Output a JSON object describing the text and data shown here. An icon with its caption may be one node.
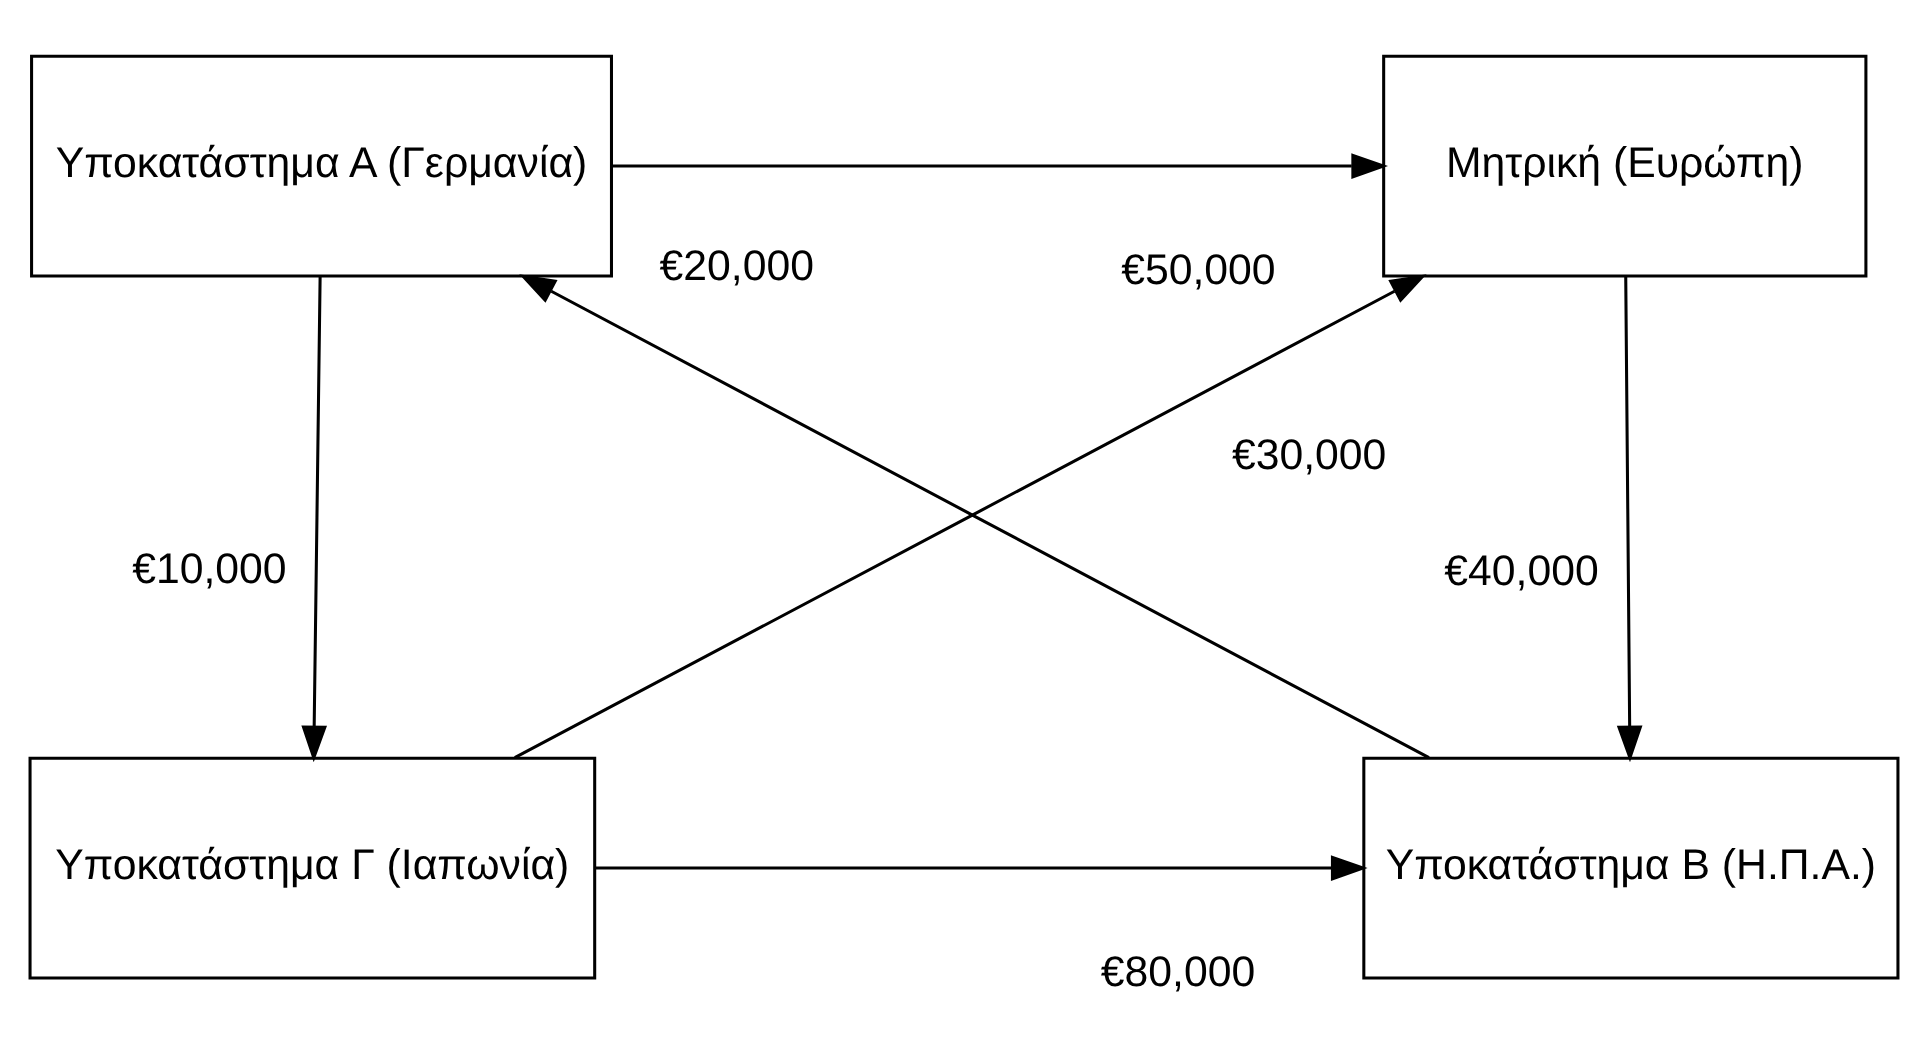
{
  "diagram": {
    "nodes": [
      {
        "text": [
          "Υποκατάστημα Α (Γερμανία)"
        ]
      },
      {
        "text": [
          "Μητρική (Ευρώπη)"
        ]
      },
      {
        "text": [
          "Υποκατάστημα Γ (Ιαπωνία)"
        ]
      },
      {
        "text": [
          "Υποκατάστημα Β (Η.Π.Α.)"
        ]
      }
    ],
    "edges": [
      {
        "from": 0,
        "to": 1,
        "arrow": "to",
        "label": "€50,000"
      },
      {
        "from": 3,
        "to": 0,
        "arrow": "to",
        "label": "€20,000"
      },
      {
        "from": 2,
        "to": 1,
        "arrow": "to",
        "label": "€30,000"
      },
      {
        "from": 0,
        "to": 2,
        "arrow": "to",
        "label": "€10,000"
      },
      {
        "from": 1,
        "to": 3,
        "arrow": "to",
        "label": "€40,000"
      },
      {
        "from": 2,
        "to": 3,
        "arrow": "to",
        "label": "€80,000"
      }
    ]
  }
}
